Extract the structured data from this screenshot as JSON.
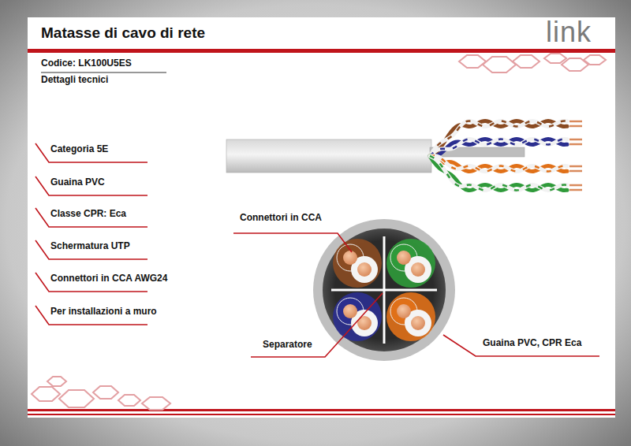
{
  "diagram": {
    "title": "Matasse di cavo di rete",
    "labels": [
      "link",
      "Codice: LK100U5ES",
      "Dettagli tecnici",
      "Categoria 5E",
      "Guaina PVC",
      "Classe CPR: Eca",
      "Schermatura UTP",
      "Connettori in CCA AWG24",
      "Per installazioni a muro",
      "Connettori in CCA",
      "Separatore",
      "Guaina PVC, CPR Eca"
    ]
  }
}
